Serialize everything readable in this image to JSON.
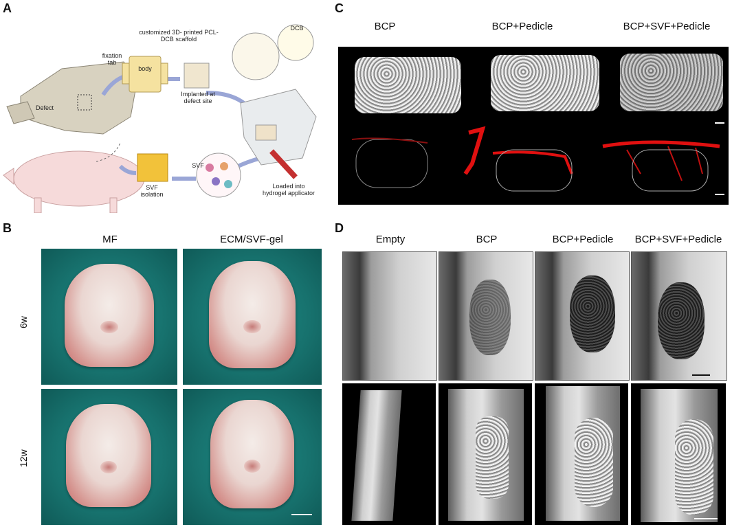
{
  "panels": {
    "A": {
      "label": "A",
      "labels": {
        "defect": "Defect",
        "scaffold_title": "customized 3D- printed PCL-DCB scaffold",
        "fixation_tab": "fixation tab",
        "body": "body",
        "dcb": "DCB",
        "implanted": "Implanted at defect site",
        "svf": "SVF",
        "svf_isolation": "SVF isolation",
        "loaded": "Loaded into hydrogel applicator"
      }
    },
    "B": {
      "label": "B",
      "columns": [
        "MF",
        "ECM/SVF-gel"
      ],
      "rows": [
        "6w",
        "12w"
      ]
    },
    "C": {
      "label": "C",
      "columns": [
        "BCP",
        "BCP+Pedicle",
        "BCP+SVF+Pedicle"
      ]
    },
    "D": {
      "label": "D",
      "columns": [
        "Empty",
        "BCP",
        "BCP+Pedicle",
        "BCP+SVF+Pedicle"
      ]
    }
  },
  "colors": {
    "green_background": "#17716d",
    "vessel_red": "#e01010",
    "arrow_blue": "#9aa6d6"
  }
}
